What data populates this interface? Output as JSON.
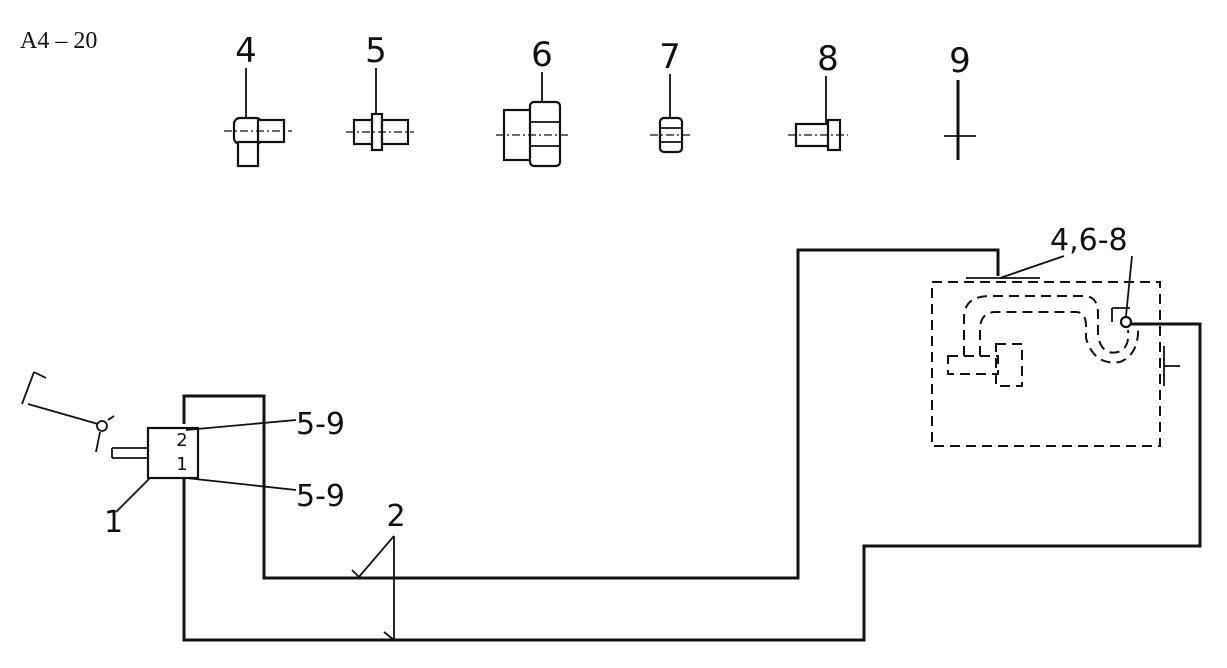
{
  "page_code": "A4 – 20",
  "parts": [
    {
      "id": "4",
      "icon": "elbow-fitting-icon"
    },
    {
      "id": "5",
      "icon": "union-fitting-icon"
    },
    {
      "id": "6",
      "icon": "hex-nut-icon"
    },
    {
      "id": "7",
      "icon": "small-nut-icon"
    },
    {
      "id": "8",
      "icon": "sleeve-icon"
    },
    {
      "id": "9",
      "icon": "washer-icon"
    }
  ],
  "callouts": {
    "valve_port_top": "2",
    "valve_port_bottom": "1",
    "valve_upper_fittings": "5-9",
    "valve_lower_fittings": "5-9",
    "valve": "1",
    "pipes": "2",
    "engine_fittings": "4,6-8"
  }
}
